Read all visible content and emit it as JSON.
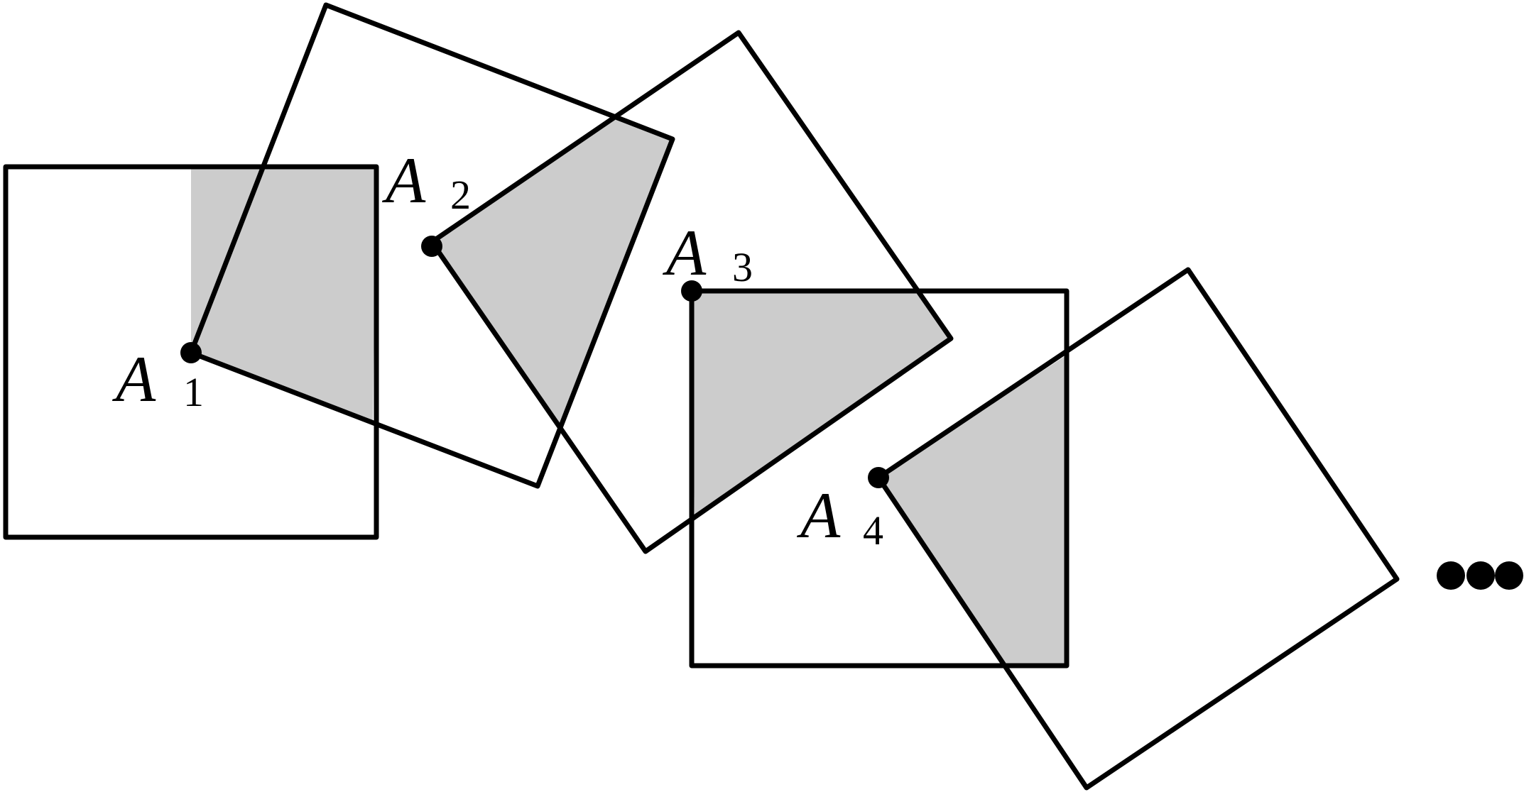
{
  "figure": {
    "labels": [
      {
        "main": "A",
        "sub": "1"
      },
      {
        "main": "A",
        "sub": "2"
      },
      {
        "main": "A",
        "sub": "3"
      },
      {
        "main": "A",
        "sub": "4"
      }
    ],
    "continuation": "•••",
    "colors": {
      "stroke": "#000000",
      "shade": "#cccccc",
      "background": "#ffffff"
    }
  }
}
